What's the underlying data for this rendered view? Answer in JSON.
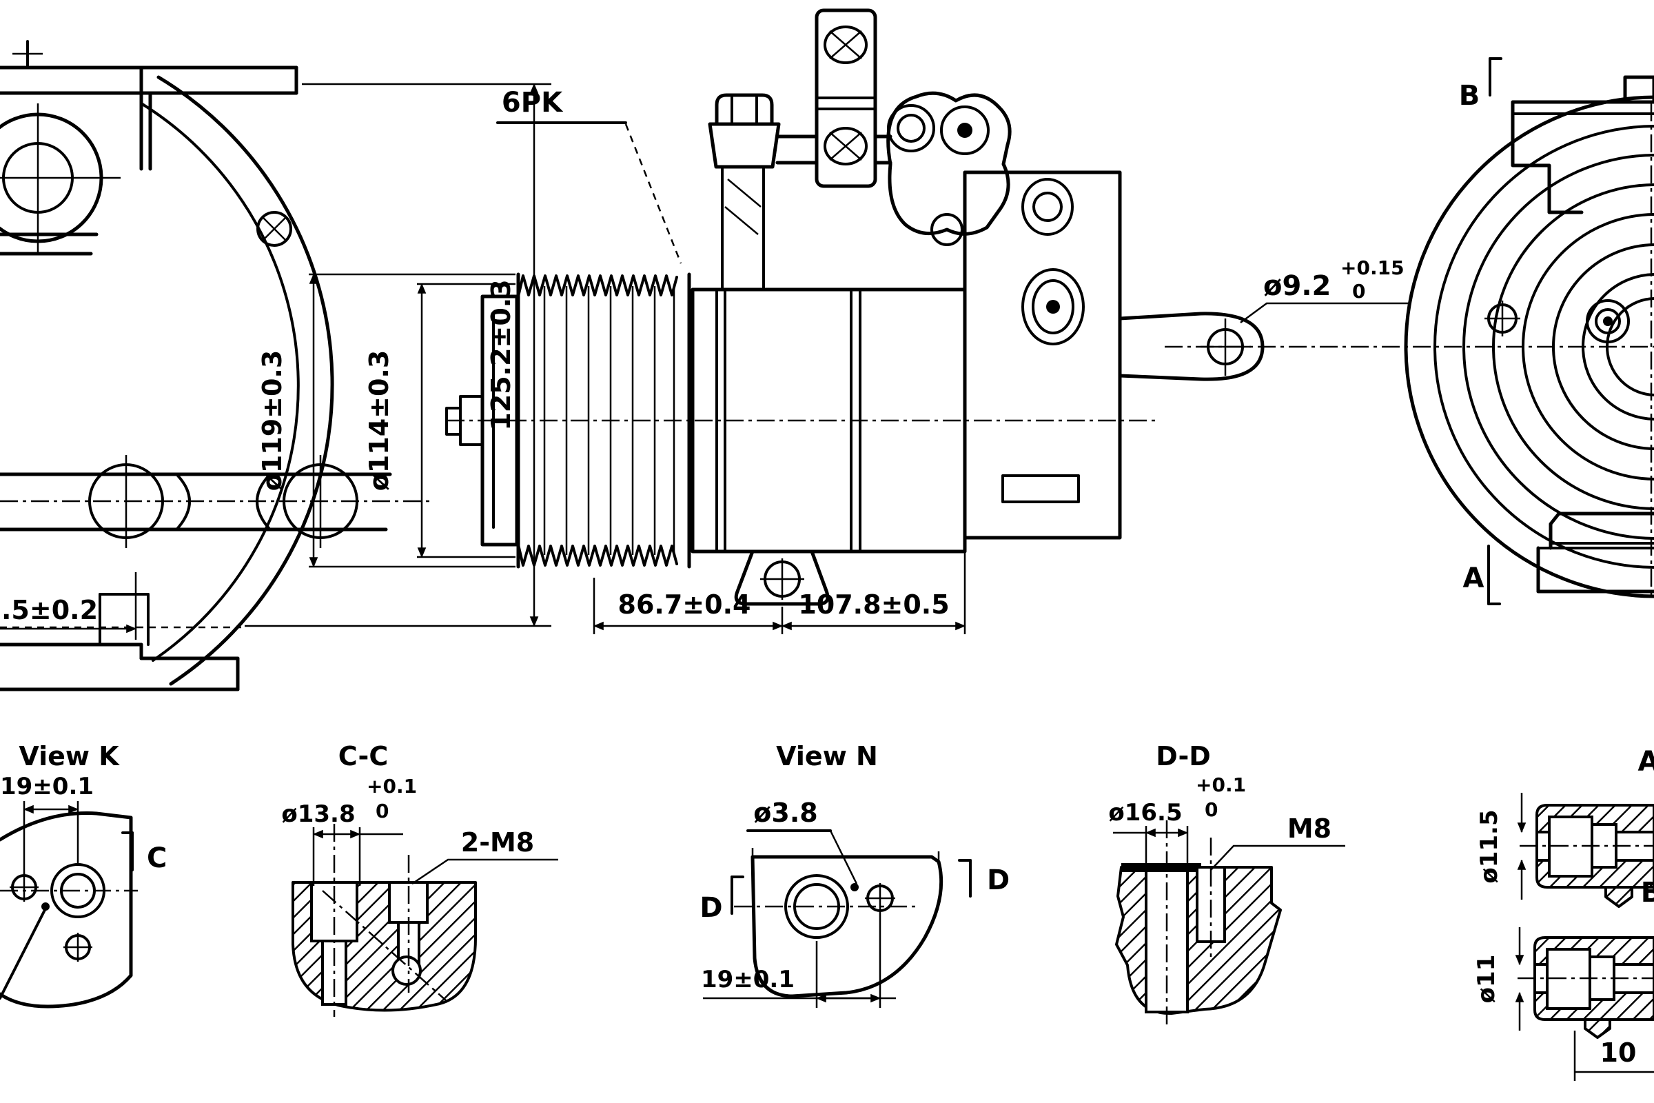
{
  "drawing": {
    "background": "#ffffff",
    "line_color": "#000000",
    "main_view": {
      "belt_label": "6PK",
      "height_dim": "125.2±0.3",
      "pulley_od_dim": "ø119±0.3",
      "pulley_inner_dim": "ø114±0.3",
      "left_foot_dim": ".5±0.2",
      "front_length_dim": "86.7±0.4",
      "rear_length_dim": "107.8±0.5",
      "ear_hole_dia": "ø9.2",
      "ear_hole_tol_plus": "+0.15",
      "ear_hole_tol_minus": "0"
    },
    "rear_view": {
      "section_marker_b": "B",
      "section_marker_a": "A"
    },
    "view_k": {
      "title": "View K",
      "hole_spacing_dim": "19±0.1",
      "section_marker": "C"
    },
    "section_cc": {
      "title": "C-C",
      "bore_dia": "ø13.8",
      "tol_plus": "+0.1",
      "tol_minus": "0",
      "thread_label": "2-M8"
    },
    "view_n": {
      "title": "View N",
      "pin_hole_dia": "ø3.8",
      "hole_spacing_dim": "19±0.1",
      "section_marker_left": "D",
      "section_marker_right": "D"
    },
    "section_dd": {
      "title": "D-D",
      "bore_dia": "ø16.5",
      "tol_plus": "+0.1",
      "tol_minus": "0",
      "thread_label": "M8"
    },
    "section_a": {
      "marker": "A",
      "bore_dia": "ø11.5"
    },
    "section_b": {
      "marker": "B",
      "bore_dia": "ø11",
      "depth_dim": "10"
    }
  }
}
